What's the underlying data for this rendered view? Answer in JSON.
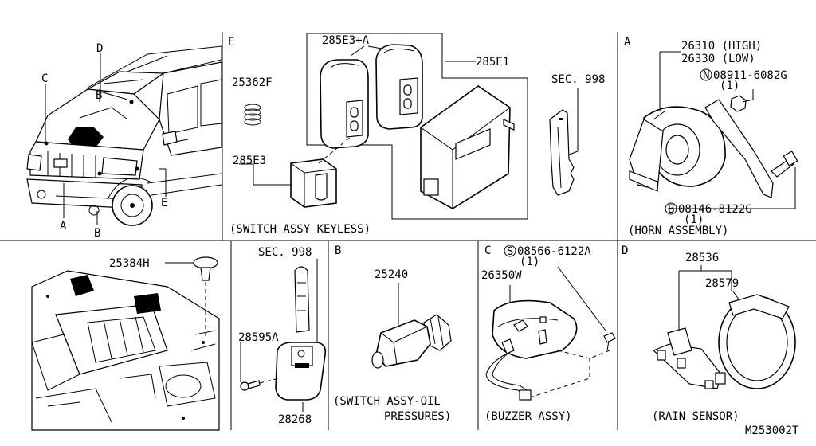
{
  "panels": {
    "top_left": {
      "callouts": [
        "D",
        "C",
        "B",
        "E",
        "A",
        "B"
      ]
    },
    "keyless": {
      "section_letter": "E",
      "parts": [
        "285E3+A",
        "285E1",
        "25362F",
        "285E3"
      ],
      "caption": "(SWITCH ASSY KEYLESS)"
    },
    "sec998_top": {
      "label": "SEC. 998"
    },
    "horn": {
      "section_letter": "A",
      "parts": [
        "26310 (HIGH)",
        "26330 (LOW)",
        "08911-6082G",
        "(1)",
        "08146-8122G",
        "(1)"
      ],
      "bolt_prefixes": [
        "N",
        "B"
      ],
      "caption": "(HORN ASSEMBLY)"
    },
    "engine_bay": {
      "parts": [
        "25384H"
      ]
    },
    "key": {
      "sec_label": "SEC. 998",
      "parts": [
        "28595A",
        "28268"
      ]
    },
    "oil": {
      "section_letter": "B",
      "part": "25240",
      "caption_line1": "(SWITCH ASSY-OIL",
      "caption_line2": "PRESSURES)"
    },
    "buzzer": {
      "section_letter": "C",
      "parts": [
        "08566-6122A",
        "(1)",
        "26350W"
      ],
      "bolt_prefix": "S",
      "caption": "(BUZZER ASSY)"
    },
    "rain": {
      "section_letter": "D",
      "parts": [
        "28536",
        "28579"
      ],
      "caption": "(RAIN SENSOR)",
      "drawing_code": "M253002T"
    }
  }
}
